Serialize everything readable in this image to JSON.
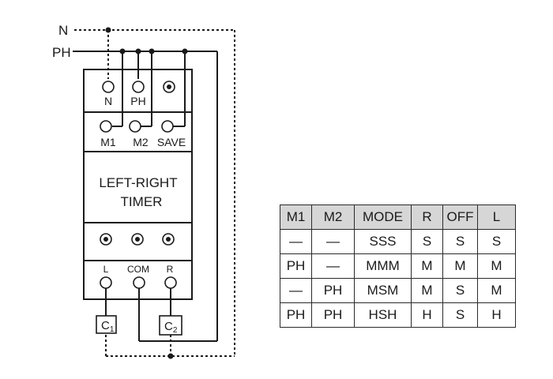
{
  "lines": {
    "neutral": "N",
    "phase": "PH"
  },
  "device": {
    "terminal_labels": {
      "n": "N",
      "ph": "PH",
      "m1": "M1",
      "m2": "M2",
      "save": "SAVE",
      "l": "L",
      "com": "COM",
      "r": "R"
    },
    "name_line1": "LEFT-RIGHT",
    "name_line2": "TIMER"
  },
  "loads": {
    "c1": {
      "letter": "C",
      "sub": "1"
    },
    "c2": {
      "letter": "C",
      "sub": "2"
    }
  },
  "table": {
    "headers": [
      "M1",
      "M2",
      "MODE",
      "R",
      "OFF",
      "L"
    ],
    "rows": [
      [
        "—",
        "—",
        "SSS",
        "S",
        "S",
        "S"
      ],
      [
        "PH",
        "—",
        "MMM",
        "M",
        "M",
        "M"
      ],
      [
        "—",
        "PH",
        "MSM",
        "M",
        "S",
        "M"
      ],
      [
        "PH",
        "PH",
        "HSH",
        "H",
        "S",
        "H"
      ]
    ]
  }
}
